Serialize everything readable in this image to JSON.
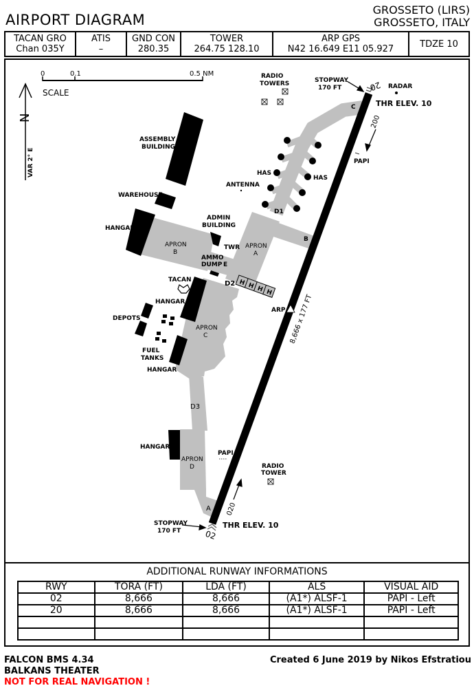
{
  "header": {
    "title": "AIRPORT DIAGRAM",
    "location_line1": "GROSSETO (LIRS)",
    "location_line2": "GROSSETO, ITALY",
    "cells": [
      {
        "label": "TACAN GRO",
        "value": "Chan 035Y"
      },
      {
        "label": "ATIS",
        "value": "–"
      },
      {
        "label": "GND CON",
        "value": "280.35"
      },
      {
        "label": "TOWER",
        "value": "264.75 128.10"
      },
      {
        "label": "ARP GPS",
        "value": "N42 16.649 E11 05.927"
      },
      {
        "label": "TDZE 10",
        "value": ""
      }
    ]
  },
  "map": {
    "scale": {
      "t0": "0",
      "t1": "0.1",
      "t5": "0.5 NM",
      "label": "SCALE"
    },
    "north": "N",
    "variation": "VAR 2° E",
    "labels": {
      "radio_towers_1": "RADIO",
      "radio_towers_2": "TOWERS",
      "stopway_top_1": "STOPWAY",
      "stopway_top_2": "170 FT",
      "rwy20": "20",
      "radar": "RADAR",
      "thr_top": "THR ELEV. 10",
      "hdg200": "200",
      "papi_top": "PAPI",
      "twy_c": "C",
      "assembly_1": "ASSEMBLY",
      "assembly_2": "BUILDING",
      "has_left": "HAS",
      "has_right": "HAS",
      "antenna": "ANTENNA",
      "warehouse": "WAREHOUSE",
      "d1": "D1",
      "admin_1": "ADMIN",
      "admin_2": "BUILDING",
      "hangar_b": "HANGAR",
      "apron_b_1": "APRON",
      "apron_b_2": "B",
      "twr": "TWR",
      "apron_a_1": "APRON",
      "apron_a_2": "A",
      "twy_b": "B",
      "ammo_1": "AMMO",
      "ammo_2": "DUMP",
      "twy_e": "E",
      "tacan": "TACAN",
      "d2": "D2",
      "helipad": "H",
      "hangar_c1": "HANGAR",
      "arp": "ARP",
      "rwy_dims": "8,666 x 177 FT",
      "depots": "DEPOTS",
      "apron_c_1": "APRON",
      "apron_c_2": "C",
      "fuel_1": "FUEL",
      "fuel_2": "TANKS",
      "hangar_c2": "HANGAR",
      "d3": "D3",
      "hangar_d": "HANGAR",
      "apron_d_1": "APRON",
      "apron_d_2": "D",
      "papi_bottom": "PAPI",
      "radio_tower_1": "RADIO",
      "radio_tower_2": "TOWER",
      "twy_a": "A",
      "hdg020": "020",
      "stopway_bot_1": "STOPWAY",
      "stopway_bot_2": "170 FT",
      "thr_bottom": "THR ELEV. 10",
      "rwy02": "02"
    },
    "colors": {
      "pavement": "#c0c0c0",
      "runway": "#000000",
      "building": "#000000"
    }
  },
  "runway_info": {
    "title": "ADDITIONAL RUNWAY INFORMATIONS",
    "columns": [
      "RWY",
      "TORA (FT)",
      "LDA (FT)",
      "ALS",
      "VISUAL AID"
    ],
    "rows": [
      [
        "02",
        "8,666",
        "8,666",
        "(A1*) ALSF-1",
        "PAPI - Left"
      ],
      [
        "20",
        "8,666",
        "8,666",
        "(A1*) ALSF-1",
        "PAPI - Left"
      ],
      [
        "",
        "",
        "",
        "",
        ""
      ],
      [
        "",
        "",
        "",
        "",
        ""
      ]
    ]
  },
  "footer": {
    "line1": "FALCON BMS 4.34",
    "line2": "BALKANS THEATER",
    "warning": "NOT FOR REAL NAVIGATION !",
    "credit": "Created 6 June 2019 by Nikos Efstratiou",
    "warning_color": "#ff0000"
  }
}
